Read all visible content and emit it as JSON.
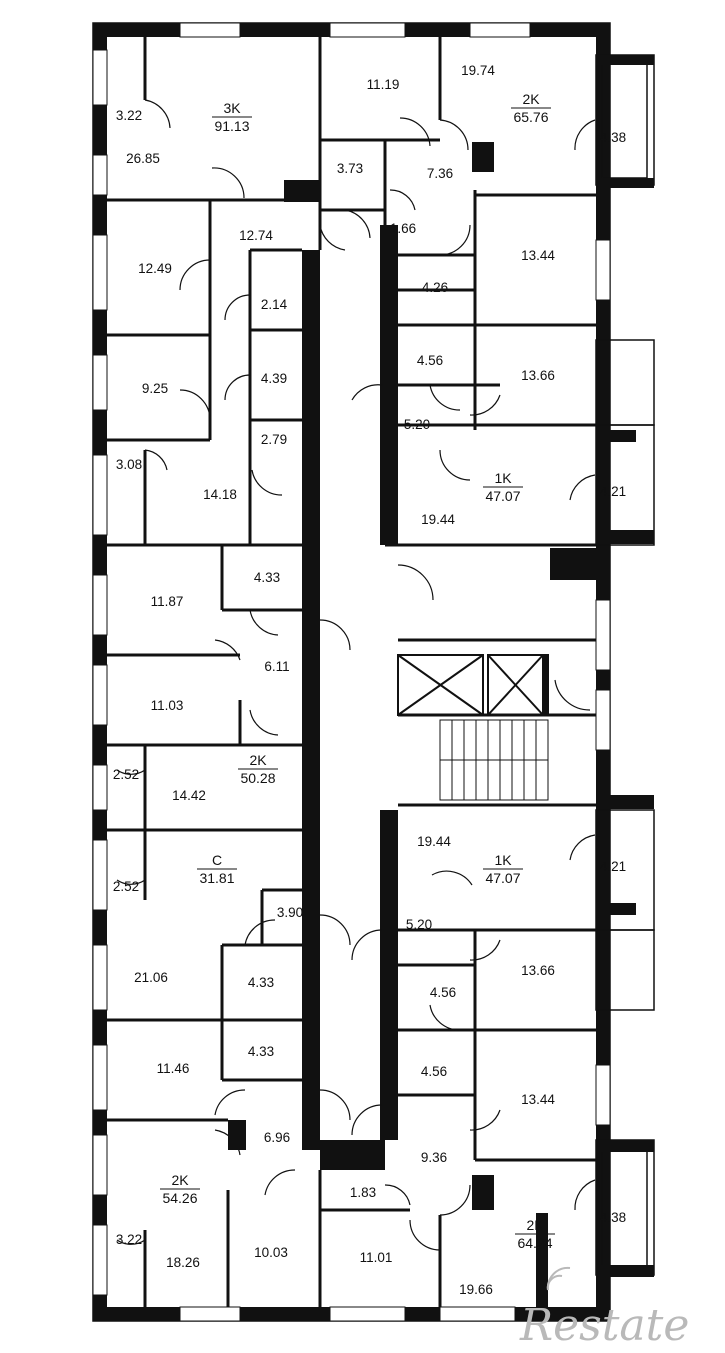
{
  "watermark": "Restate",
  "apartments": [
    {
      "type": "3K",
      "area": "91.13"
    },
    {
      "type": "2K",
      "area": "65.76"
    },
    {
      "type": "1K",
      "area": "47.07"
    },
    {
      "type": "2K",
      "area": "50.28"
    },
    {
      "type": "C",
      "area": "31.81"
    },
    {
      "type": "1K",
      "area": "47.07"
    },
    {
      "type": "2K",
      "area": "54.26"
    },
    {
      "type": "2K",
      "area": "64.24"
    }
  ],
  "rooms": [
    "3.22",
    "26.85",
    "11.19",
    "19.74",
    "3.73",
    "7.36",
    "4.38",
    "12.74",
    "1.66",
    "12.49",
    "2.14",
    "13.44",
    "4.26",
    "9.25",
    "4.39",
    "4.56",
    "13.66",
    "5.20",
    "3.08",
    "2.79",
    "14.18",
    "4.21",
    "19.44",
    "4.33",
    "11.87",
    "6.11",
    "11.03",
    "2.52",
    "14.42",
    "19.44",
    "4.21",
    "2.52",
    "3.90",
    "5.20",
    "21.06",
    "4.33",
    "4.56",
    "13.66",
    "4.33",
    "11.46",
    "4.56",
    "13.44",
    "6.96",
    "9.36",
    "1.83",
    "3.22",
    "18.26",
    "10.03",
    "11.01",
    "19.66",
    "4.38"
  ]
}
